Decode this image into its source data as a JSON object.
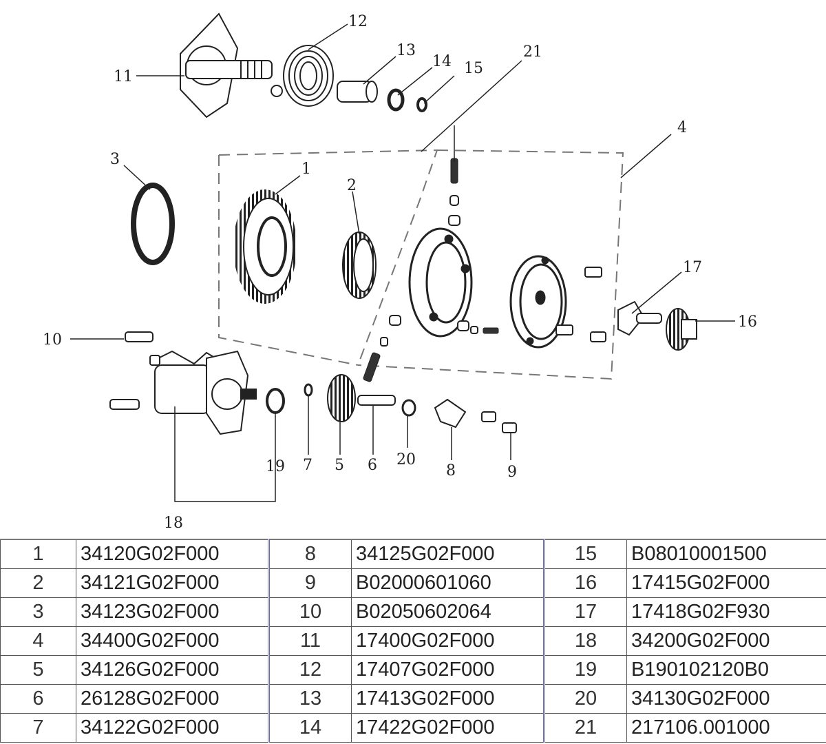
{
  "diagram": {
    "callouts": [
      "1",
      "2",
      "3",
      "4",
      "5",
      "6",
      "7",
      "8",
      "9",
      "10",
      "11",
      "12",
      "13",
      "14",
      "15",
      "16",
      "17",
      "18",
      "19",
      "20",
      "21"
    ]
  },
  "parts_table": {
    "rows": [
      [
        {
          "no": "1",
          "code": "34120G02F000"
        },
        {
          "no": "8",
          "code": "34125G02F000"
        },
        {
          "no": "15",
          "code": "B08010001500"
        }
      ],
      [
        {
          "no": "2",
          "code": "34121G02F000"
        },
        {
          "no": "9",
          "code": "B02000601060"
        },
        {
          "no": "16",
          "code": "17415G02F000"
        }
      ],
      [
        {
          "no": "3",
          "code": "34123G02F000"
        },
        {
          "no": "10",
          "code": "B02050602064"
        },
        {
          "no": "17",
          "code": "17418G02F930"
        }
      ],
      [
        {
          "no": "4",
          "code": "34400G02F000"
        },
        {
          "no": "11",
          "code": "17400G02F000"
        },
        {
          "no": "18",
          "code": "34200G02F000"
        }
      ],
      [
        {
          "no": "5",
          "code": "34126G02F000"
        },
        {
          "no": "12",
          "code": "17407G02F000"
        },
        {
          "no": "19",
          "code": "B190102120B0"
        }
      ],
      [
        {
          "no": "6",
          "code": "26128G02F000"
        },
        {
          "no": "13",
          "code": "17413G02F000"
        },
        {
          "no": "20",
          "code": "34130G02F000"
        }
      ],
      [
        {
          "no": "7",
          "code": "34122G02F000"
        },
        {
          "no": "14",
          "code": "17422G02F000"
        },
        {
          "no": "21",
          "code": "217106.001000"
        }
      ]
    ]
  }
}
